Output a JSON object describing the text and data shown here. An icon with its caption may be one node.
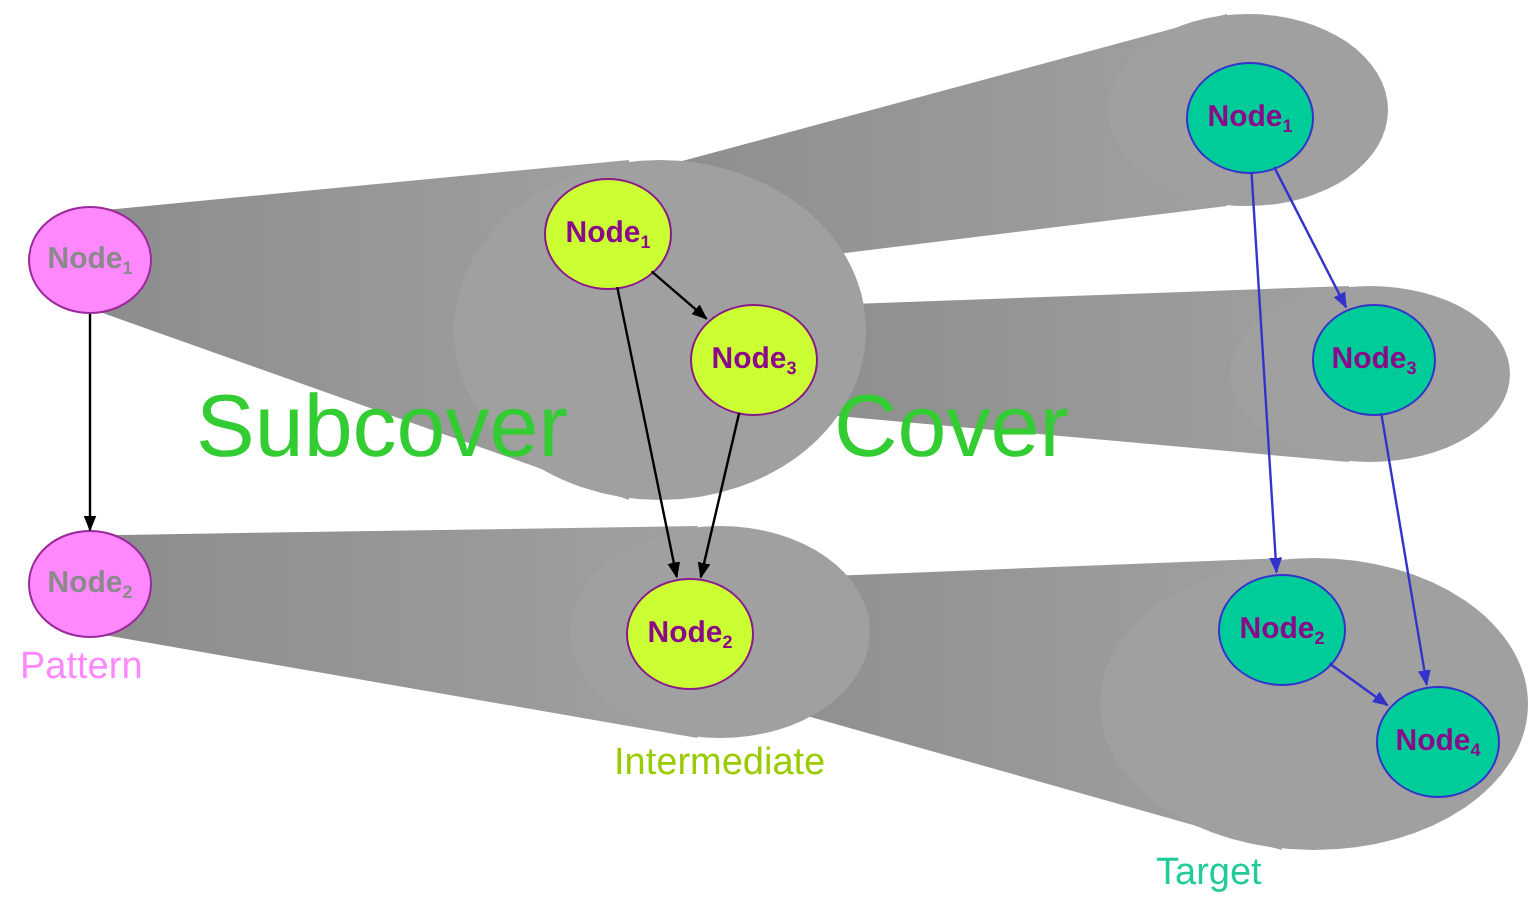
{
  "diagram": {
    "nodes": [
      {
        "text": [
          "Node$_{1}$"
        ]
      },
      {
        "text": [
          "Node$_{2}$"
        ]
      },
      {
        "text": [],
        "shape": "ellipse"
      },
      {
        "text": [
          "Node$_{1}$"
        ],
        "in": 2
      },
      {
        "text": [
          "Node$_{3}$"
        ],
        "in": 2
      },
      {
        "text": [],
        "shape": "ellipse"
      },
      {
        "text": [
          "Node$_{2}$"
        ],
        "in": 5
      },
      {
        "text": [],
        "shape": "ellipse"
      },
      {
        "text": [
          "Node$_{1}$"
        ],
        "in": 7
      },
      {
        "text": [],
        "shape": "ellipse"
      },
      {
        "text": [
          "Node$_{3}$"
        ],
        "in": 9
      },
      {
        "text": [],
        "shape": "ellipse"
      },
      {
        "text": [
          "Node$_{2}$"
        ],
        "in": 11
      },
      {
        "text": [
          "Node$_{4}$"
        ],
        "in": 11
      }
    ],
    "edges": [
      {
        "from": 0,
        "to": 1,
        "arrow": "to"
      },
      {
        "from": 3,
        "to": 4,
        "arrow": "to"
      },
      {
        "from": 3,
        "to": 6,
        "arrow": "to"
      },
      {
        "from": 4,
        "to": 6,
        "arrow": "to"
      },
      {
        "from": 8,
        "to": 10,
        "arrow": "to",
        "color": "#3333cc"
      },
      {
        "from": 8,
        "to": 12,
        "arrow": "to",
        "color": "#3333cc"
      },
      {
        "from": 10,
        "to": 13,
        "arrow": "to",
        "color": "#3333cc"
      },
      {
        "from": 12,
        "to": 13,
        "arrow": "to",
        "color": "#3333cc"
      }
    ],
    "labels": [
      "Subcover",
      "Cover",
      "Pattern",
      "Intermediate",
      "Target"
    ]
  }
}
